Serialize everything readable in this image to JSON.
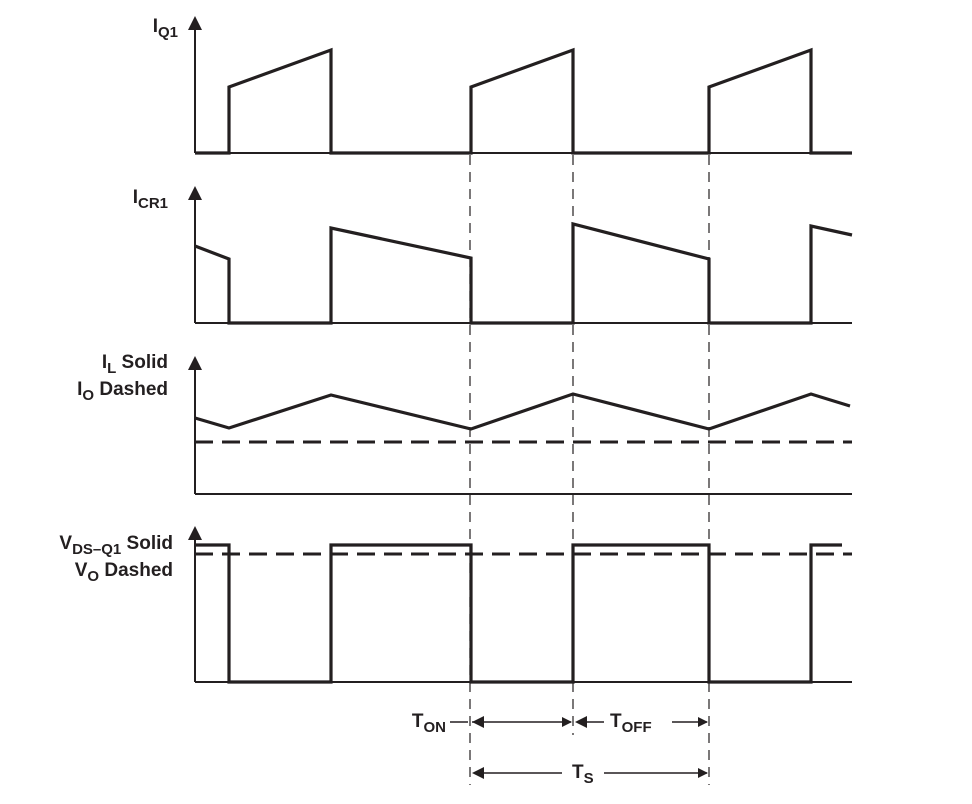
{
  "panels": {
    "iq1": {
      "main": "I",
      "sub": "Q1"
    },
    "icr1": {
      "main": "I",
      "sub": "CR1"
    },
    "il": {
      "main": "I",
      "sub": "L",
      "suffix": " Solid"
    },
    "io": {
      "main": "I",
      "sub": "O",
      "suffix": " Dashed"
    },
    "vds": {
      "main": "V",
      "sub": "DS–Q1",
      "suffix": " Solid"
    },
    "vo": {
      "main": "V",
      "sub": "O",
      "suffix": " Dashed"
    }
  },
  "timing": {
    "ton": {
      "main": "T",
      "sub": "ON"
    },
    "toff": {
      "main": "T",
      "sub": "OFF"
    },
    "ts": {
      "main": "T",
      "sub": "S"
    }
  }
}
